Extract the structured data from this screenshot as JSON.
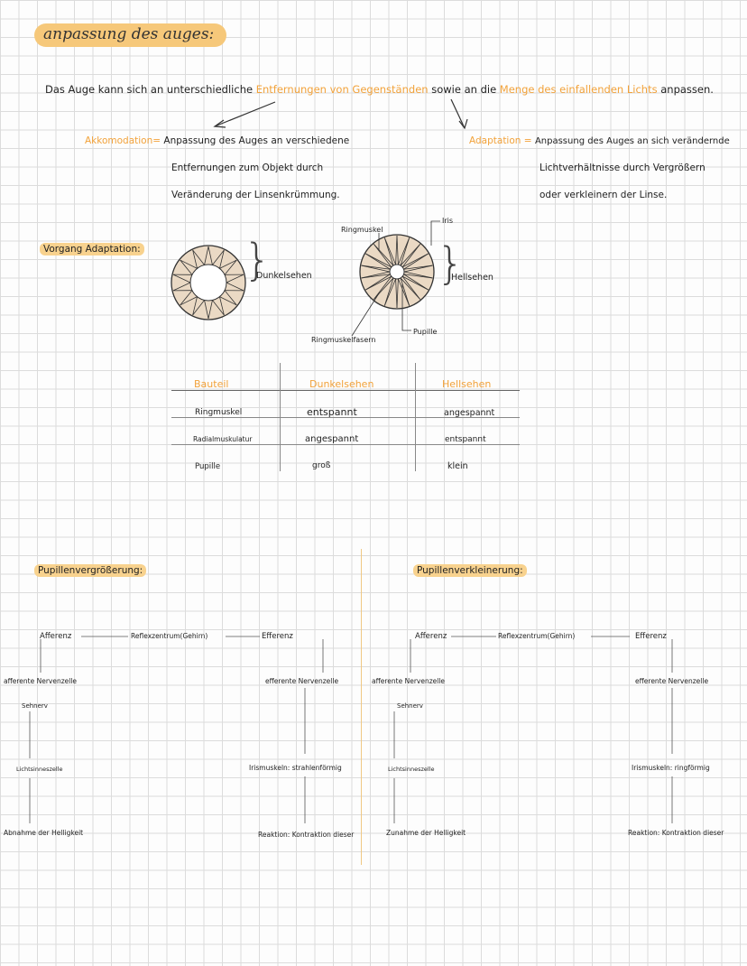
{
  "title": "anpassung des auges:",
  "intro": {
    "part1": "Das Auge kann sich an unterschiedliche",
    "highlight1": "Entfernungen von Gegenständen",
    "part2": "sowie an die",
    "highlight2": "Menge des einfallenden Lichts",
    "part3": "anpassen."
  },
  "akkomodation": {
    "term": "Akkomodation",
    "eq": "=",
    "line1": "Anpassung des Auges an verschiedene",
    "line2": "Entfernungen zum Objekt durch",
    "line3": "Veränderung der Linsenkrümmung."
  },
  "adaptation": {
    "term": "Adaptation",
    "eq": "=",
    "line1": "Anpassung des Auges an sich verändernde",
    "line2": "Lichtverhältnisse durch Vergrößern",
    "line3": "oder verkleinern der Linse."
  },
  "vorgang": {
    "label": "Vorgang Adaptation:",
    "dunkel": "Dunkelsehen",
    "hell": "Hellsehen",
    "ringmuskel": "Ringmuskel",
    "iris": "Iris",
    "ringmuskelfasern": "Ringmuskelfasern",
    "pupille": "Pupille"
  },
  "table": {
    "headers": [
      "Bauteil",
      "Dunkelsehen",
      "Hellsehen"
    ],
    "rows": [
      [
        "Ringmuskel",
        "entspannt",
        "angespannt"
      ],
      [
        "Radialmuskulatur",
        "angespannt",
        "entspannt"
      ],
      [
        "Pupille",
        "groß",
        "klein"
      ]
    ]
  },
  "left": {
    "heading": "Pupillenvergrößerung:",
    "afferenz": "Afferenz",
    "reflex": "Reflexzentrum(Gehirn)",
    "efferenz": "Efferenz",
    "afferente": "afferente Nervenzelle",
    "sehnerv": "Sehnerv",
    "licht": "Lichtsinneszelle",
    "abnahme": "Abnahme der Helligkeit",
    "efferente": "efferente Nervenzelle",
    "iris": "Irismuskeln: strahlenförmig",
    "reaktion": "Reaktion: Kontraktion dieser"
  },
  "right": {
    "heading": "Pupillenverkleinerung:",
    "afferenz": "Afferenz",
    "reflex": "Reflexzentrum(Gehirn)",
    "efferenz": "Efferenz",
    "afferente": "afferente Nervenzelle",
    "sehnerv": "Sehnerv",
    "licht": "Lichtsinneszelle",
    "zunahme": "Zunahme der Helligkeit",
    "efferente": "efferente Nervenzelle",
    "iris": "Irismuskeln: ringförmig",
    "reaktion": "Reaktion: Kontraktion dieser"
  },
  "colors": {
    "accent": "#f2a23a",
    "highlight": "#f6c87a",
    "iris_fill": "#ead9c4"
  }
}
